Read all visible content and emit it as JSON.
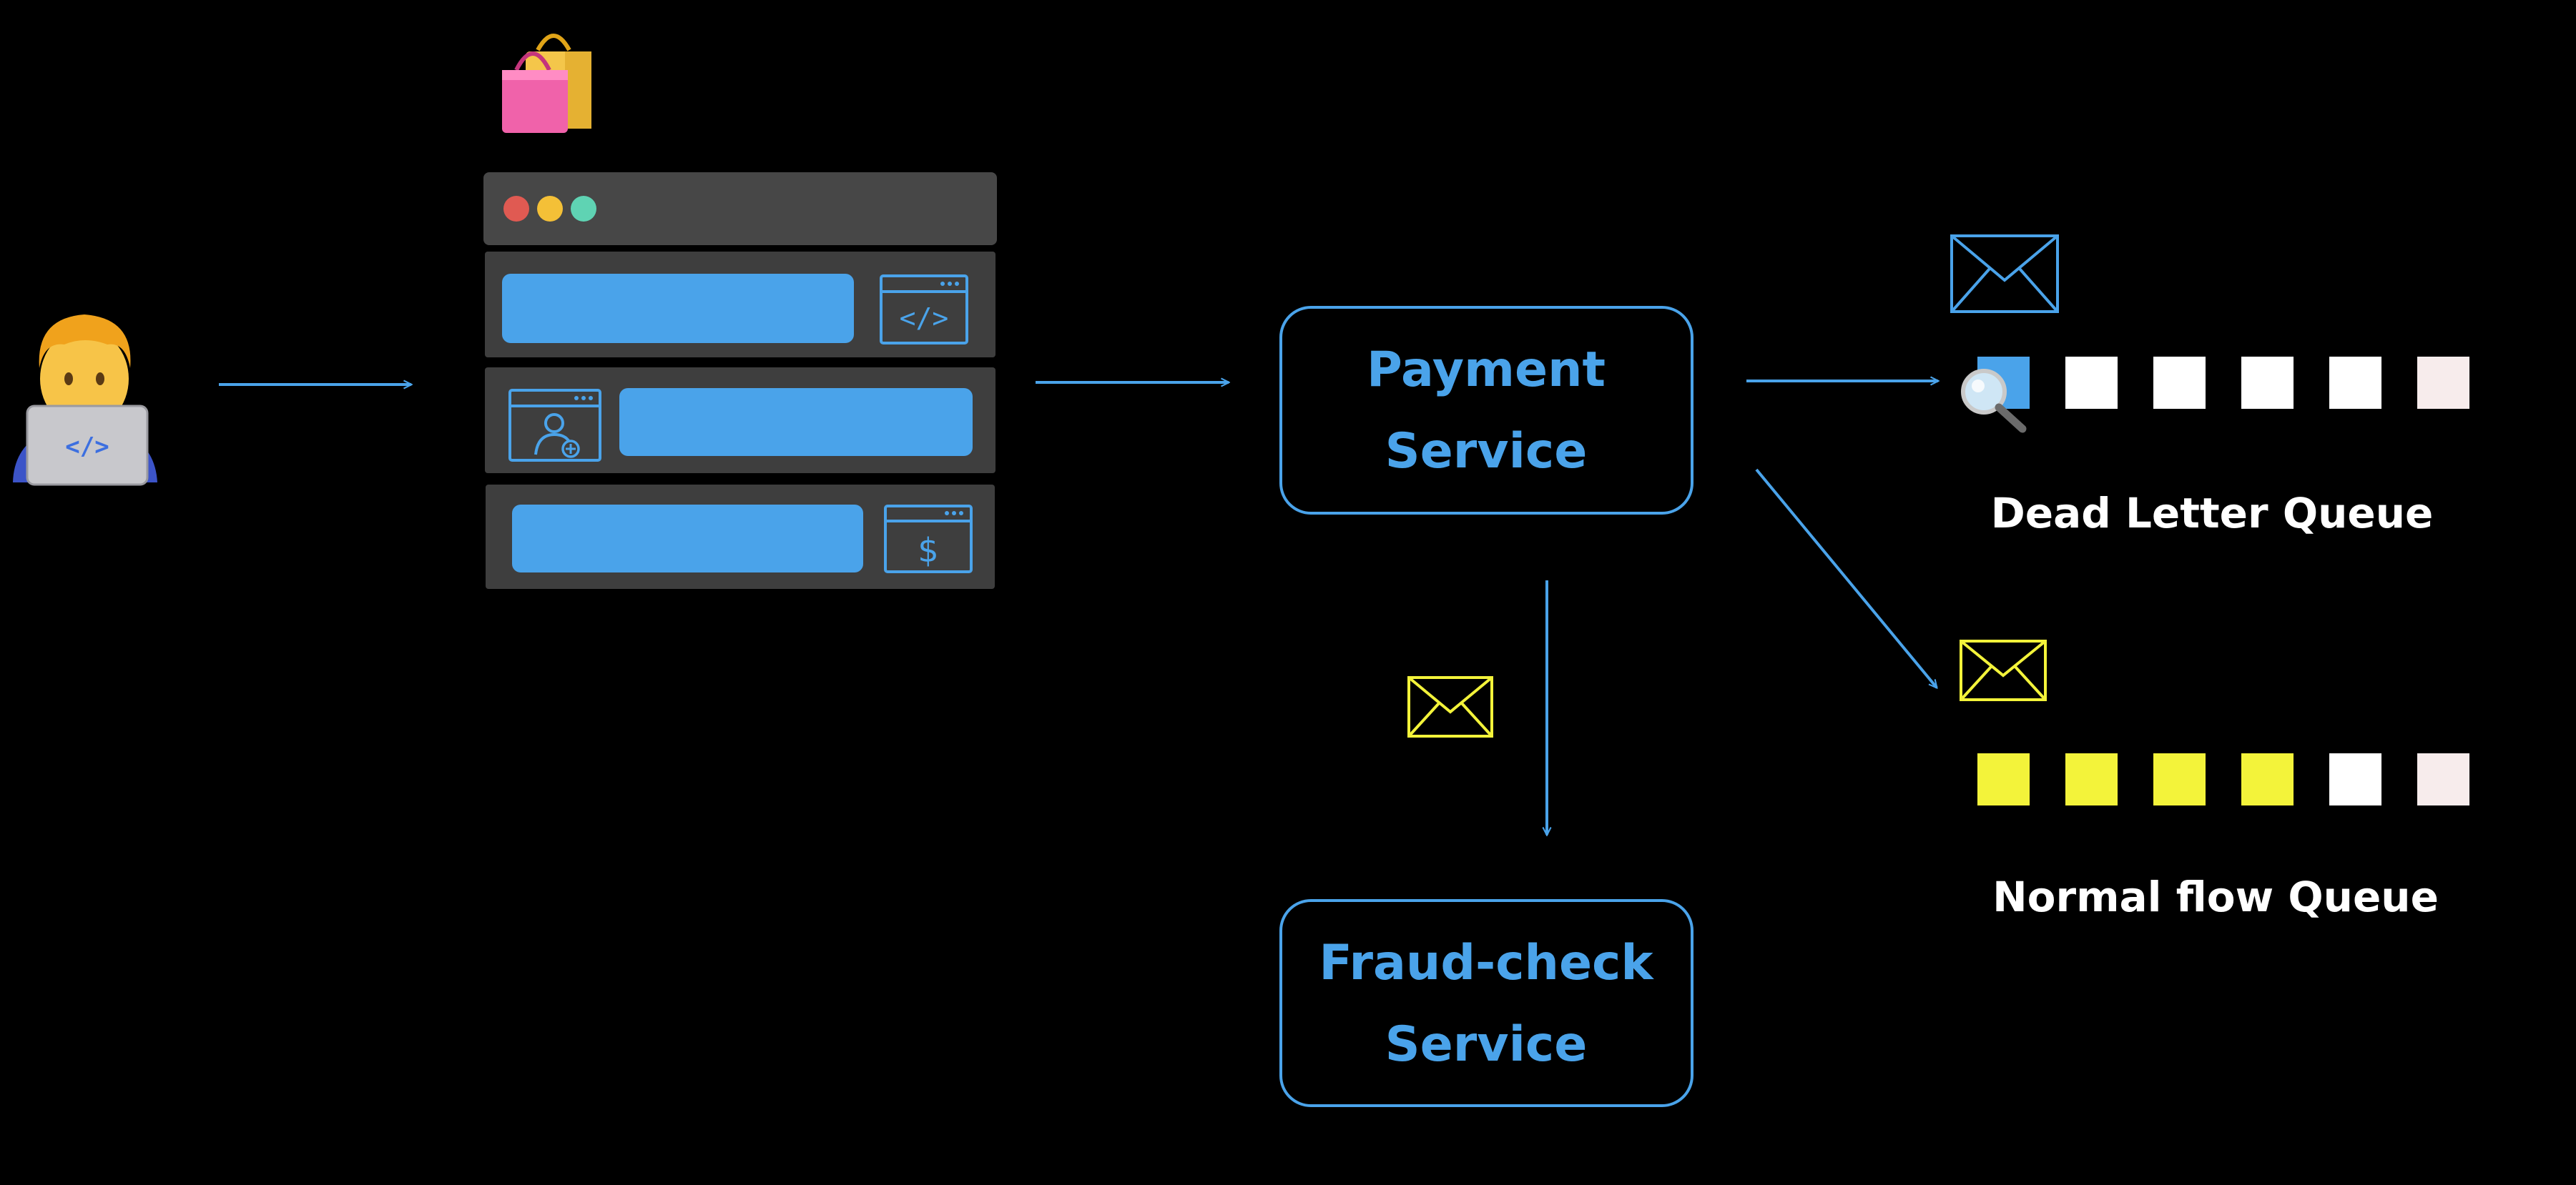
{
  "colors": {
    "background": "#000000",
    "accent_blue": "#4aa3ea",
    "panel": "#3e3e3e",
    "panel_header": "#474747",
    "queue_yellow": "#f3f33a",
    "queue_white": "#ffffff",
    "queue_pink": "#f7ecec",
    "label_white": "#ffffff",
    "dot_red": "#e05a52",
    "dot_yellow": "#f4c037",
    "dot_green": "#5fd3b3"
  },
  "developer": {
    "icon": "developer-with-laptop-icon",
    "code_glyph": "</>"
  },
  "shopping": {
    "icon": "shopping-bags-icon"
  },
  "app_window": {
    "rows": [
      {
        "icon": "code-window-icon"
      },
      {
        "icon": "user-window-icon"
      },
      {
        "icon": "dollar-window-icon"
      }
    ],
    "dollar_glyph": "$",
    "code_glyph": "</>"
  },
  "services": {
    "payment": {
      "line1": "Payment",
      "line2": "Service"
    },
    "fraud": {
      "line1": "Fraud-check",
      "line2": "Service"
    }
  },
  "queues": {
    "dead_letter": {
      "label": "Dead Letter Queue",
      "envelope_color": "#4aa3ea",
      "items": [
        "blue",
        "white",
        "white",
        "white",
        "white",
        "pink"
      ]
    },
    "normal_flow": {
      "label": "Normal flow Queue",
      "envelope_color": "#f3f33a",
      "items": [
        "yellow",
        "yellow",
        "yellow",
        "yellow",
        "white",
        "pink"
      ]
    }
  }
}
